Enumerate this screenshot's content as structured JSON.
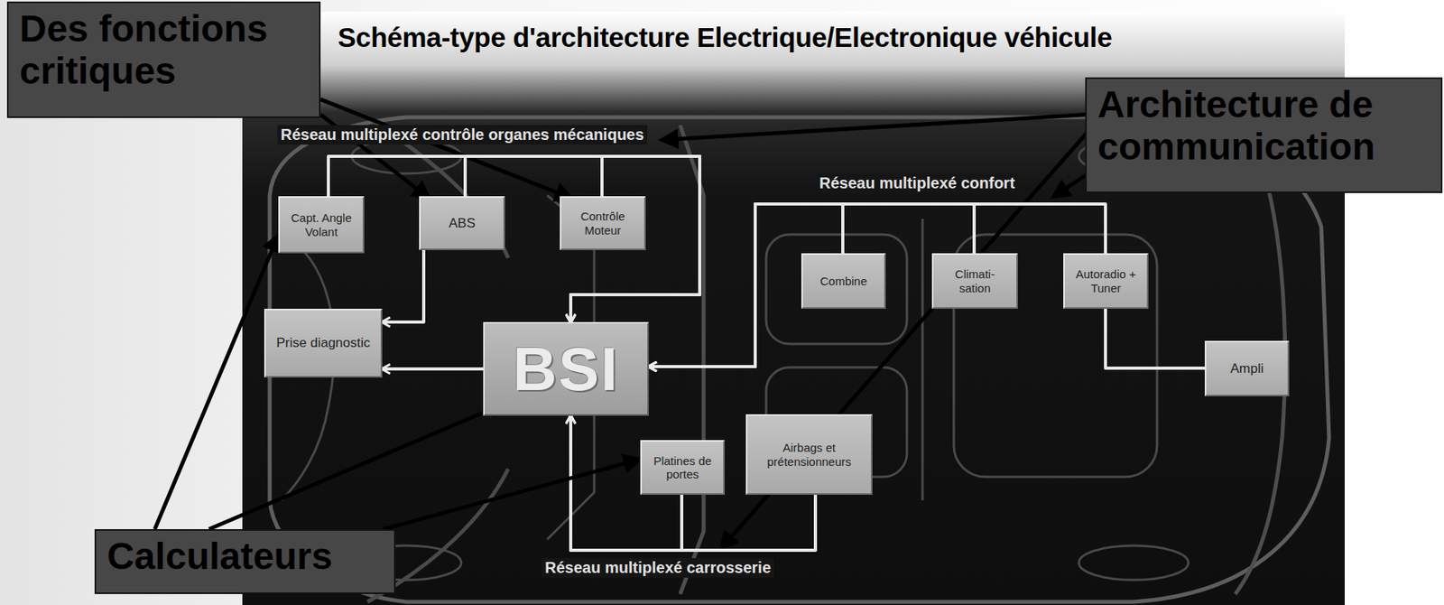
{
  "diagram": {
    "title": "Schéma-type d'architecture Electrique/Electronique véhicule",
    "nodes": [
      {
        "text": [
          "Des fonctions critiques"
        ]
      },
      {
        "text": [
          "Architecture de communication"
        ]
      },
      {
        "text": [
          "Capt. Angle Volant"
        ]
      },
      {
        "text": [
          "ABS"
        ]
      },
      {
        "text": [
          "Contrôle Moteur"
        ]
      },
      {
        "text": [
          "Combine"
        ]
      },
      {
        "text": [
          "Climati- sation"
        ]
      },
      {
        "text": [
          "Autoradio + Tuner"
        ]
      },
      {
        "text": [
          "Prise diagnostic"
        ]
      },
      {
        "text": [
          "BSI"
        ]
      },
      {
        "text": [
          "Ampli"
        ]
      },
      {
        "text": [
          "Platines de portes"
        ]
      },
      {
        "text": [
          "Airbags et prétensionneurs"
        ]
      },
      {
        "text": [
          "Calculateurs"
        ]
      }
    ],
    "edges": [
      {
        "from": 0,
        "to": 3,
        "arrow": "to"
      },
      {
        "from": 0,
        "to": 4,
        "arrow": "to"
      },
      {
        "from": 2,
        "to": 9,
        "arrow": "to"
      },
      {
        "from": 3,
        "to": 9,
        "arrow": "to"
      },
      {
        "from": 4,
        "to": 9,
        "arrow": "to"
      },
      {
        "from": 3,
        "to": 8,
        "arrow": "to"
      },
      {
        "from": 9,
        "to": 8,
        "arrow": "to"
      },
      {
        "from": 5,
        "to": 9,
        "arrow": "to"
      },
      {
        "from": 6,
        "to": 9,
        "arrow": "to"
      },
      {
        "from": 7,
        "to": 9,
        "arrow": "to"
      },
      {
        "from": 7,
        "to": 10,
        "arrow": "none"
      },
      {
        "from": 11,
        "to": 9,
        "arrow": "to"
      },
      {
        "from": 12,
        "to": 9,
        "arrow": "to"
      },
      {
        "from": 13,
        "to": 2,
        "arrow": "to"
      },
      {
        "from": 13,
        "to": 9,
        "arrow": "to"
      },
      {
        "from": 13,
        "to": 11,
        "arrow": "to"
      }
    ],
    "labels": [
      "Réseau multiplexé contrôle organes mécaniques",
      "Réseau multiplexé confort",
      "Réseau multiplexé carrosserie"
    ]
  }
}
